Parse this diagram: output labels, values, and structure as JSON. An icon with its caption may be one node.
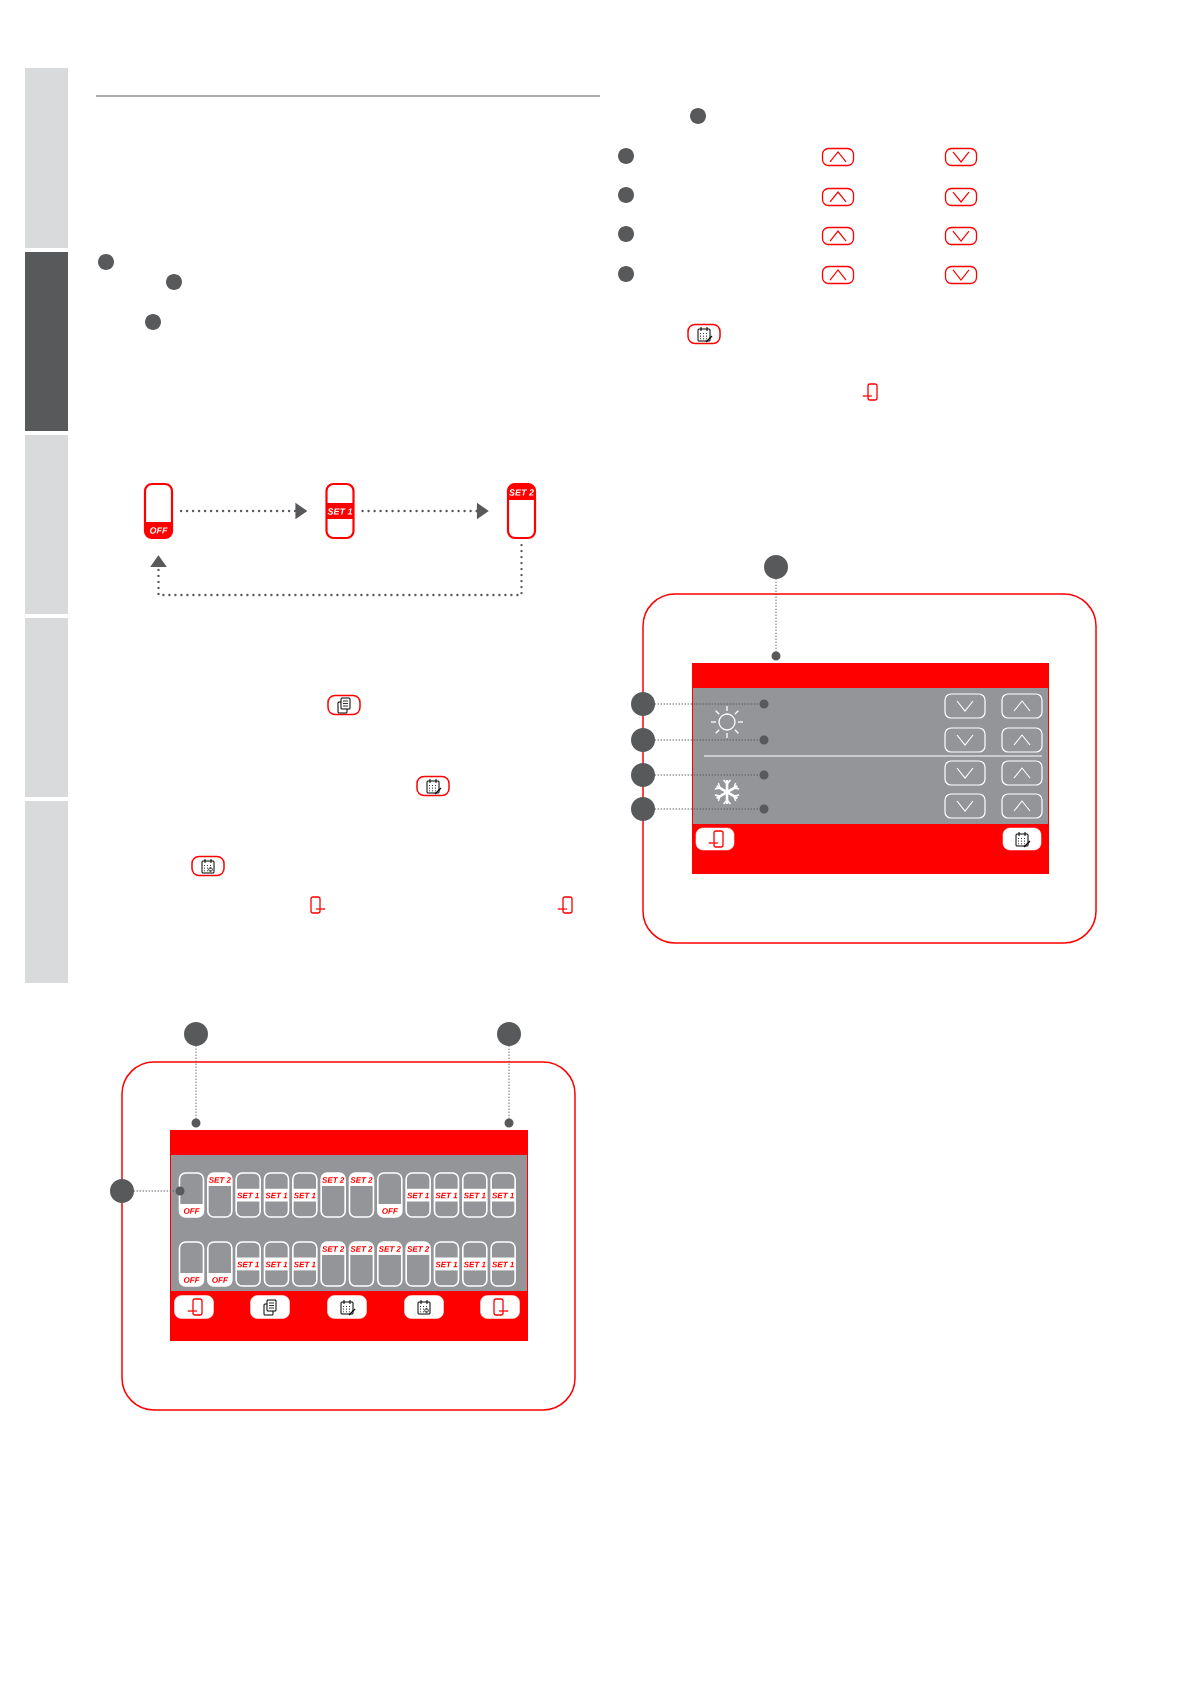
{
  "diagram": {
    "nodes": [
      {
        "text": [
          "OFF"
        ]
      },
      {
        "text": [
          "SET 1"
        ]
      },
      {
        "text": [
          "SET 2"
        ]
      },
      {
        "text": [],
        "shape": "box"
      },
      {
        "text": [],
        "shape": "circle"
      },
      {
        "text": [],
        "shape": "circle",
        "in": 3
      },
      {
        "text": [],
        "shape": "circle",
        "in": 3
      },
      {
        "text": [],
        "shape": "circle",
        "in": 3
      },
      {
        "text": [],
        "shape": "circle",
        "in": 3
      },
      {
        "text": [],
        "shape": "circle"
      },
      {
        "text": [],
        "shape": "circle"
      },
      {
        "text": [],
        "shape": "circle"
      },
      {
        "text": [],
        "shape": "circle"
      },
      {
        "text": [],
        "shape": "circle"
      },
      {
        "text": [],
        "shape": "box"
      },
      {
        "text": [],
        "shape": "circle"
      },
      {
        "text": [],
        "shape": "circle"
      },
      {
        "text": [],
        "shape": "circle",
        "in": 14
      },
      {
        "text": [],
        "shape": "circle"
      },
      {
        "text": [],
        "shape": "circle"
      },
      {
        "text": [],
        "shape": "circle"
      },
      {
        "text": [
          "OFF"
        ],
        "in": 14
      },
      {
        "text": [
          "SET 2"
        ],
        "in": 14
      },
      {
        "text": [
          "SET 1"
        ],
        "in": 14
      },
      {
        "text": [
          "SET 1"
        ],
        "in": 14
      },
      {
        "text": [
          "SET 1"
        ],
        "in": 14
      },
      {
        "text": [
          "SET 2"
        ],
        "in": 14
      },
      {
        "text": [
          "SET 2"
        ],
        "in": 14
      },
      {
        "text": [
          "OFF"
        ],
        "in": 14
      },
      {
        "text": [
          "SET 1"
        ],
        "in": 14
      },
      {
        "text": [
          "SET 1"
        ],
        "in": 14
      },
      {
        "text": [
          "SET 1"
        ],
        "in": 14
      },
      {
        "text": [
          "SET 1"
        ],
        "in": 14
      },
      {
        "text": [
          "OFF"
        ],
        "in": 14
      },
      {
        "text": [
          "OFF"
        ],
        "in": 14
      },
      {
        "text": [
          "SET 1"
        ],
        "in": 14
      },
      {
        "text": [
          "SET 1"
        ],
        "in": 14
      },
      {
        "text": [
          "SET 1"
        ],
        "in": 14
      },
      {
        "text": [
          "SET 2"
        ],
        "in": 14
      },
      {
        "text": [
          "SET 2"
        ],
        "in": 14
      },
      {
        "text": [
          "SET 2"
        ],
        "in": 14
      },
      {
        "text": [
          "SET 2"
        ],
        "in": 14
      },
      {
        "text": [
          "SET 1"
        ],
        "in": 14
      },
      {
        "text": [
          "SET 1"
        ],
        "in": 14
      },
      {
        "text": [
          "SET 1"
        ],
        "in": 14
      }
    ],
    "edges": [
      {
        "from": 0,
        "to": 1,
        "arrow": "to"
      },
      {
        "from": 1,
        "to": 2,
        "arrow": "to"
      },
      {
        "from": 2,
        "to": 0,
        "arrow": "to"
      },
      {
        "from": 9,
        "to": 4,
        "arrow": "none"
      },
      {
        "from": 10,
        "to": 5,
        "arrow": "none"
      },
      {
        "from": 11,
        "to": 6,
        "arrow": "none"
      },
      {
        "from": 12,
        "to": 7,
        "arrow": "none"
      },
      {
        "from": 13,
        "to": 8,
        "arrow": "none"
      },
      {
        "from": 18,
        "to": 15,
        "arrow": "none"
      },
      {
        "from": 19,
        "to": 16,
        "arrow": "none"
      },
      {
        "from": 20,
        "to": 17,
        "arrow": "none"
      }
    ]
  }
}
